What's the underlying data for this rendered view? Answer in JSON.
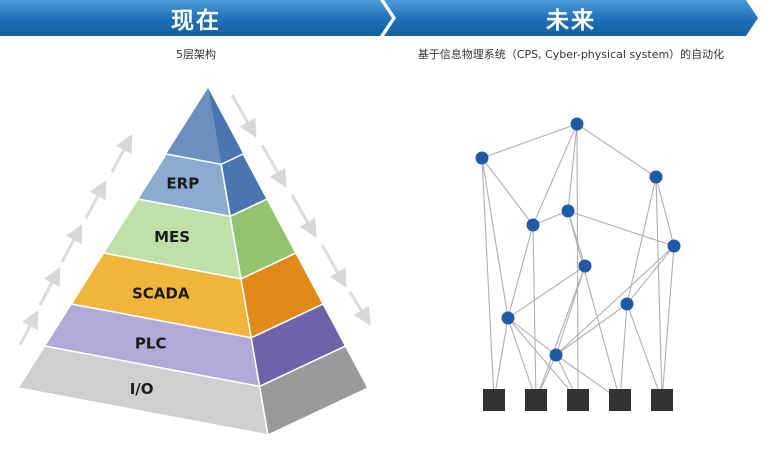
{
  "current": {
    "heading": "现在",
    "subtitle": "5层架构",
    "layers": [
      {
        "label": "ERP",
        "front": "#8cabd0",
        "side": "#4a76b0"
      },
      {
        "label": "MES",
        "front": "#bfe0a8",
        "side": "#94c36f"
      },
      {
        "label": "SCADA",
        "front": "#f2b53c",
        "side": "#e08a18"
      },
      {
        "label": "PLC",
        "front": "#b1a9d8",
        "side": "#6e63a9"
      },
      {
        "label": "I/O",
        "front": "#cfcfcf",
        "side": "#9a9a9a"
      }
    ],
    "peak_color": "#6b90c0"
  },
  "future": {
    "heading": "未来",
    "subtitle": "基于信息物理系统（CPS, Cyber-physical system）的自动化",
    "node_color": "#1f5aa6",
    "device_color": "#333333",
    "edge_color": "#b0b0b0"
  },
  "accent": "#2a79c4"
}
